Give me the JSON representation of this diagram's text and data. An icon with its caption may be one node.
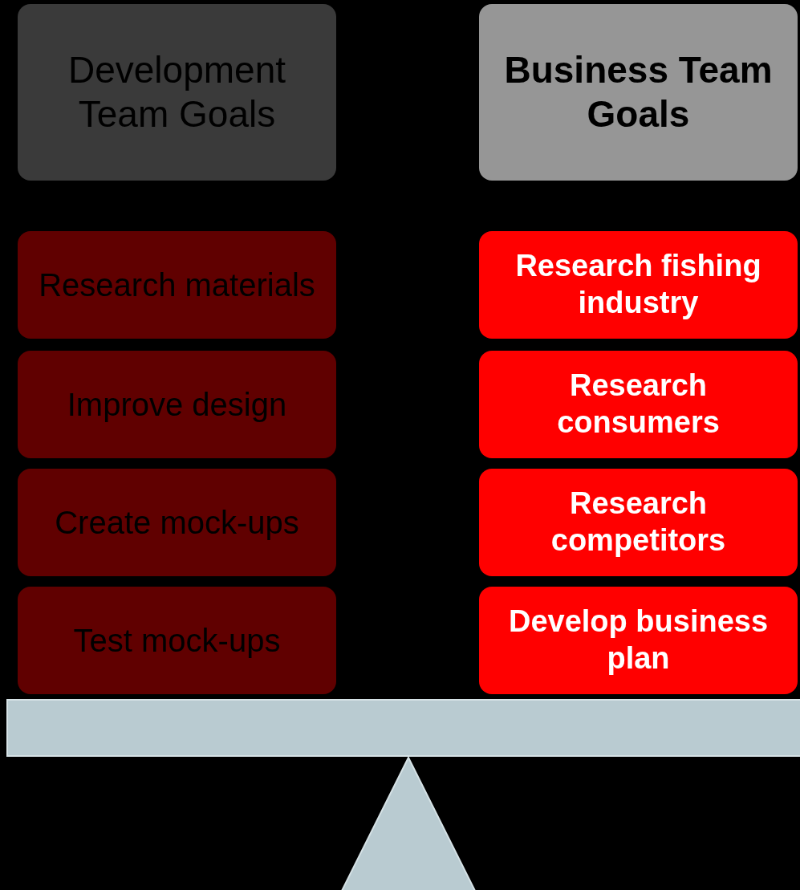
{
  "diagram": {
    "nodes": [
      {
        "text": [
          "Development Team Goals"
        ]
      },
      {
        "text": [
          "Business Team Goals"
        ]
      },
      {
        "text": [
          "Research materials"
        ]
      },
      {
        "text": [
          "Research fishing industry"
        ]
      },
      {
        "text": [
          "Improve design"
        ]
      },
      {
        "text": [
          "Research consumers"
        ]
      },
      {
        "text": [
          "Create mock-ups"
        ]
      },
      {
        "text": [
          "Research competitors"
        ]
      },
      {
        "text": [
          "Test mock-ups"
        ]
      },
      {
        "text": [
          "Develop business plan"
        ]
      }
    ]
  }
}
